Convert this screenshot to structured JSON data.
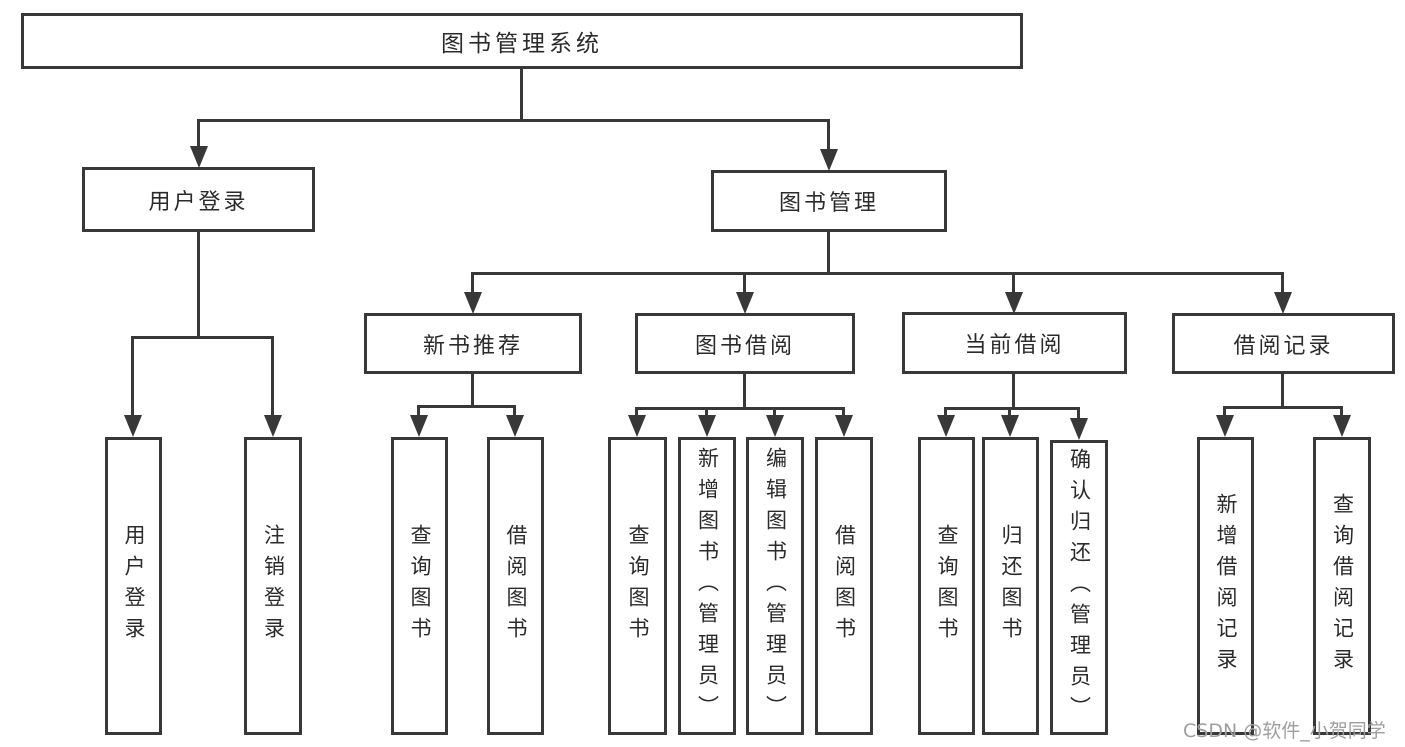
{
  "diagram": {
    "title": "图书管理系统",
    "nodes": {
      "root": "图书管理系统",
      "user_login": "用户登录",
      "book_management": "图书管理",
      "new_book_recommend": "新书推荐",
      "book_borrow": "图书借阅",
      "current_borrow": "当前借阅",
      "borrow_records": "借阅记录",
      "leaf_user_login": "用户登录",
      "leaf_logout": "注销登录",
      "leaf_query_books_1": "查询图书",
      "leaf_borrow_books_1": "借阅图书",
      "leaf_query_books_2": "查询图书",
      "leaf_add_books_admin": "新增图书（管理员）",
      "leaf_edit_books_admin": "编辑图书（管理员）",
      "leaf_borrow_books_2": "借阅图书",
      "leaf_query_books_3": "查询图书",
      "leaf_return_books": "归还图书",
      "leaf_confirm_return_admin": "确认归还（管理员）",
      "leaf_add_borrow_record": "新增借阅记录",
      "leaf_query_borrow_record": "查询借阅记录"
    },
    "hierarchy": {
      "图书管理系统": [
        "用户登录",
        "图书管理"
      ],
      "用户登录": [
        "用户登录",
        "注销登录"
      ],
      "图书管理": [
        "新书推荐",
        "图书借阅",
        "当前借阅",
        "借阅记录"
      ],
      "新书推荐": [
        "查询图书",
        "借阅图书"
      ],
      "图书借阅": [
        "查询图书",
        "新增图书（管理员）",
        "编辑图书（管理员）",
        "借阅图书"
      ],
      "当前借阅": [
        "查询图书",
        "归还图书",
        "确认归还（管理员）"
      ],
      "借阅记录": [
        "新增借阅记录",
        "查询借阅记录"
      ]
    },
    "colors": {
      "line": "#383838",
      "box_border": "#383838",
      "box_background": "#ffffff",
      "text": "#2b2b2b"
    }
  },
  "watermark": {
    "text": "CSDN @软件_小贺同学",
    "color": "#9e9e9e"
  }
}
